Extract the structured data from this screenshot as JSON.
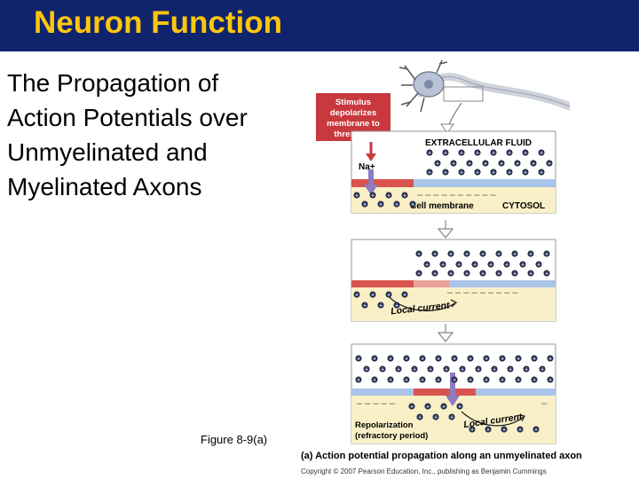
{
  "header": {
    "title": "Neuron Function"
  },
  "subtitle_lines": [
    "The Propagation of",
    "Action Potentials over",
    "Unmyelinated and",
    "Myelinated Axons"
  ],
  "figure": {
    "stimulus_lines": [
      "Stimulus",
      "depolarizes",
      "membrane to",
      "threshold"
    ],
    "extracellular_label": "EXTRACELLULAR FLUID",
    "ion_label": "Na+",
    "membrane_label": "Cell membrane",
    "cytosol_label": "CYTOSOL",
    "local_current_label": "Local current",
    "repolarization_lines": [
      "Repolarization",
      "(refractory period)"
    ],
    "figure_number": "Figure 8-9(a)",
    "caption": "(a) Action potential propagation along an unmyelinated axon",
    "copyright": "Copyright © 2007 Pearson Education, Inc., publishing as Benjamin Cummings"
  },
  "colors": {
    "title_bar": "#10246e",
    "title_text": "#ffc60a",
    "stimulus_box": "#c8393d",
    "membrane_red": "#d9534f",
    "membrane_blue": "#a9c4e8",
    "cytosol": "#faf0c8",
    "extracellular": "#ffffff"
  },
  "icons": [
    "neuron-icon",
    "arrow-down-icon"
  ]
}
